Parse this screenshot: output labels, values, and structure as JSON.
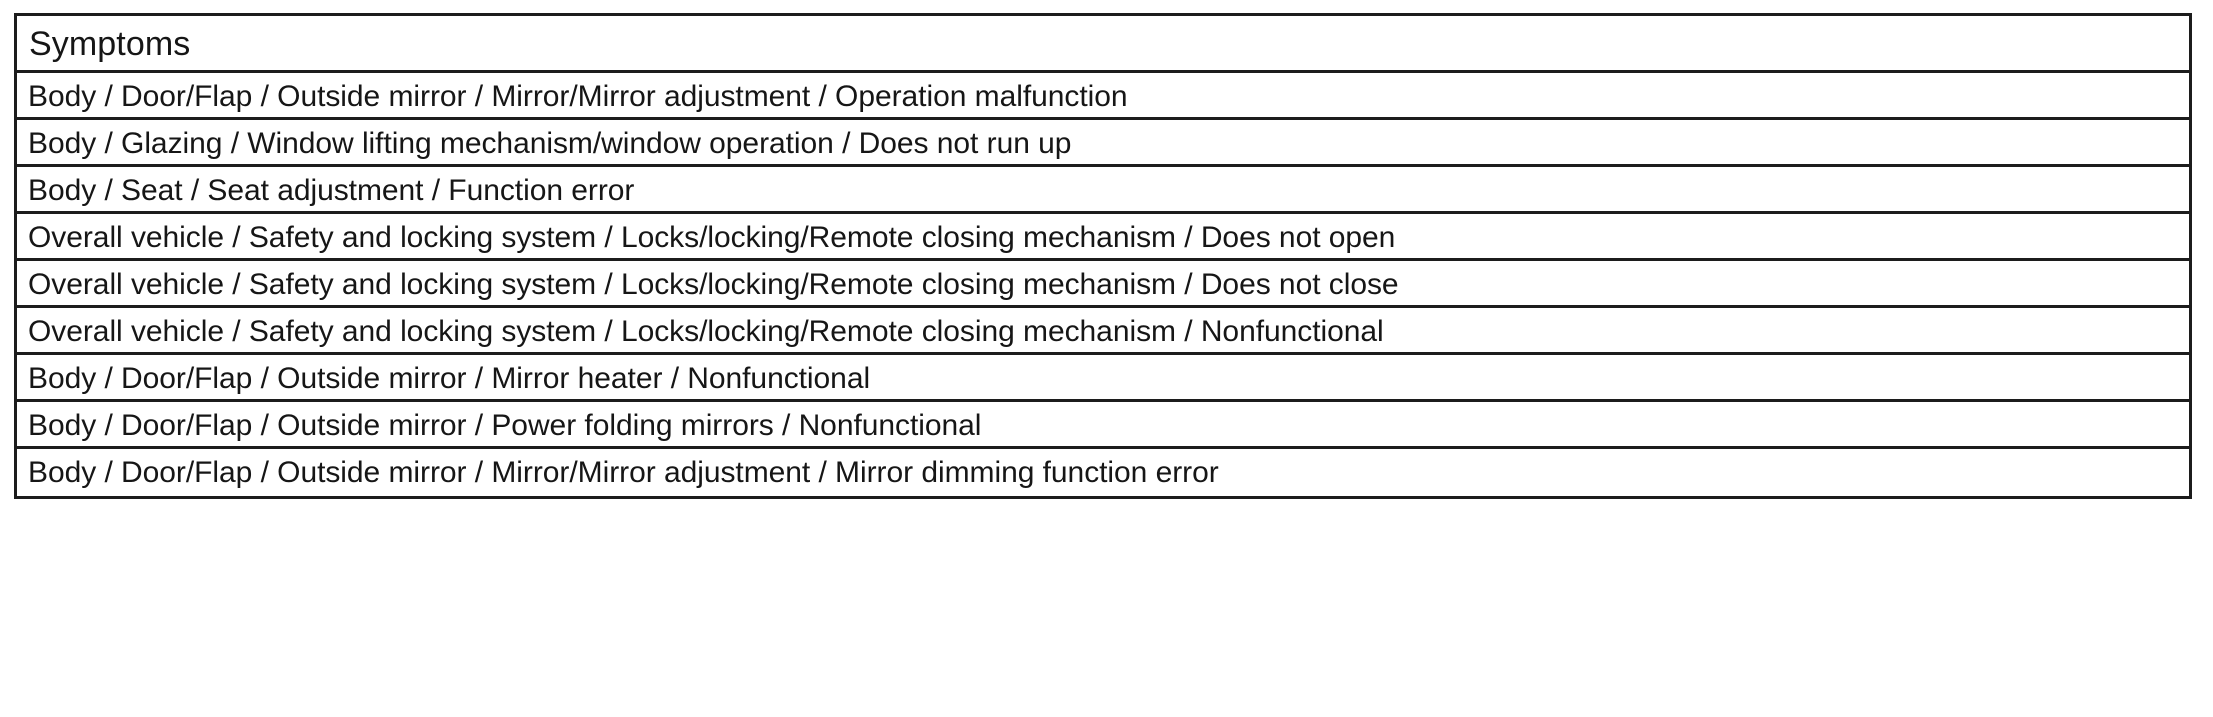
{
  "table": {
    "title": "Symptoms",
    "header": {
      "label": "Symptoms"
    },
    "colors": {
      "border": "#1c1c1c",
      "text": "#161616",
      "background": "#ffffff"
    },
    "rows": [
      {
        "symptom": "Body / Door/Flap / Outside mirror / Mirror/Mirror adjustment / Operation malfunction"
      },
      {
        "symptom": "Body / Glazing / Window lifting mechanism/window operation / Does not run up"
      },
      {
        "symptom": "Body / Seat / Seat adjustment / Function error"
      },
      {
        "symptom": "Overall vehicle / Safety and locking system / Locks/locking/Remote closing mechanism / Does not open"
      },
      {
        "symptom": "Overall vehicle / Safety and locking system / Locks/locking/Remote closing mechanism / Does not close"
      },
      {
        "symptom": "Overall vehicle / Safety and locking system / Locks/locking/Remote closing mechanism / Nonfunctional"
      },
      {
        "symptom": "Body / Door/Flap / Outside mirror / Mirror heater / Nonfunctional"
      },
      {
        "symptom": "Body / Door/Flap / Outside mirror / Power folding mirrors / Nonfunctional"
      },
      {
        "symptom": "Body / Door/Flap / Outside mirror / Mirror/Mirror adjustment / Mirror dimming function error"
      }
    ]
  }
}
